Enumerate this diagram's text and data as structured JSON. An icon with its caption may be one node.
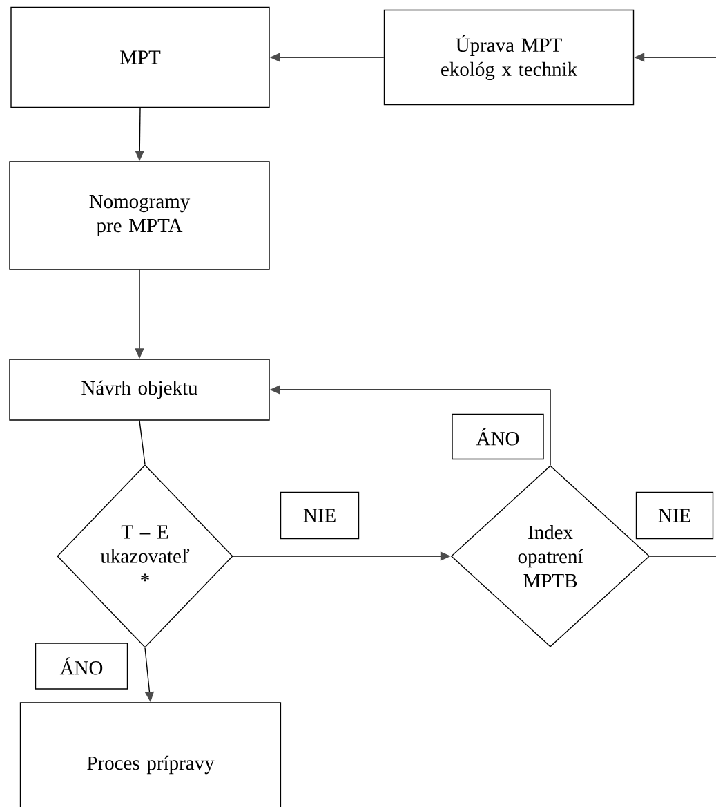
{
  "diagram": {
    "nodes": [
      {
        "text": [
          "MPT"
        ]
      },
      {
        "text": [
          "Úprava MPT ekológ x technik"
        ]
      },
      {
        "text": [
          "Nomogramy pre MPTA"
        ]
      },
      {
        "text": [
          "Návrh objektu"
        ]
      },
      {
        "text": [
          "T – E ukazovateľ *"
        ]
      },
      {
        "text": [
          "Index opatrení MPTB"
        ]
      },
      {
        "text": [
          "Proces prípravy"
        ]
      }
    ],
    "edges": [
      {
        "from": null,
        "to": 1,
        "arrow": "to"
      },
      {
        "from": 1,
        "to": 0,
        "arrow": "to"
      },
      {
        "from": 0,
        "to": 2,
        "arrow": "to"
      },
      {
        "from": 2,
        "to": 3,
        "arrow": "to"
      },
      {
        "from": 3,
        "to": 4,
        "arrow": "none"
      },
      {
        "from": 4,
        "to": 5,
        "arrow": "to",
        "label": "NIE"
      },
      {
        "from": 4,
        "to": 6,
        "arrow": "to",
        "label": "ÁNO"
      },
      {
        "from": 5,
        "to": 3,
        "arrow": "to",
        "label": "ÁNO"
      },
      {
        "from": 5,
        "to": null,
        "arrow": "none",
        "label": "NIE"
      }
    ]
  }
}
